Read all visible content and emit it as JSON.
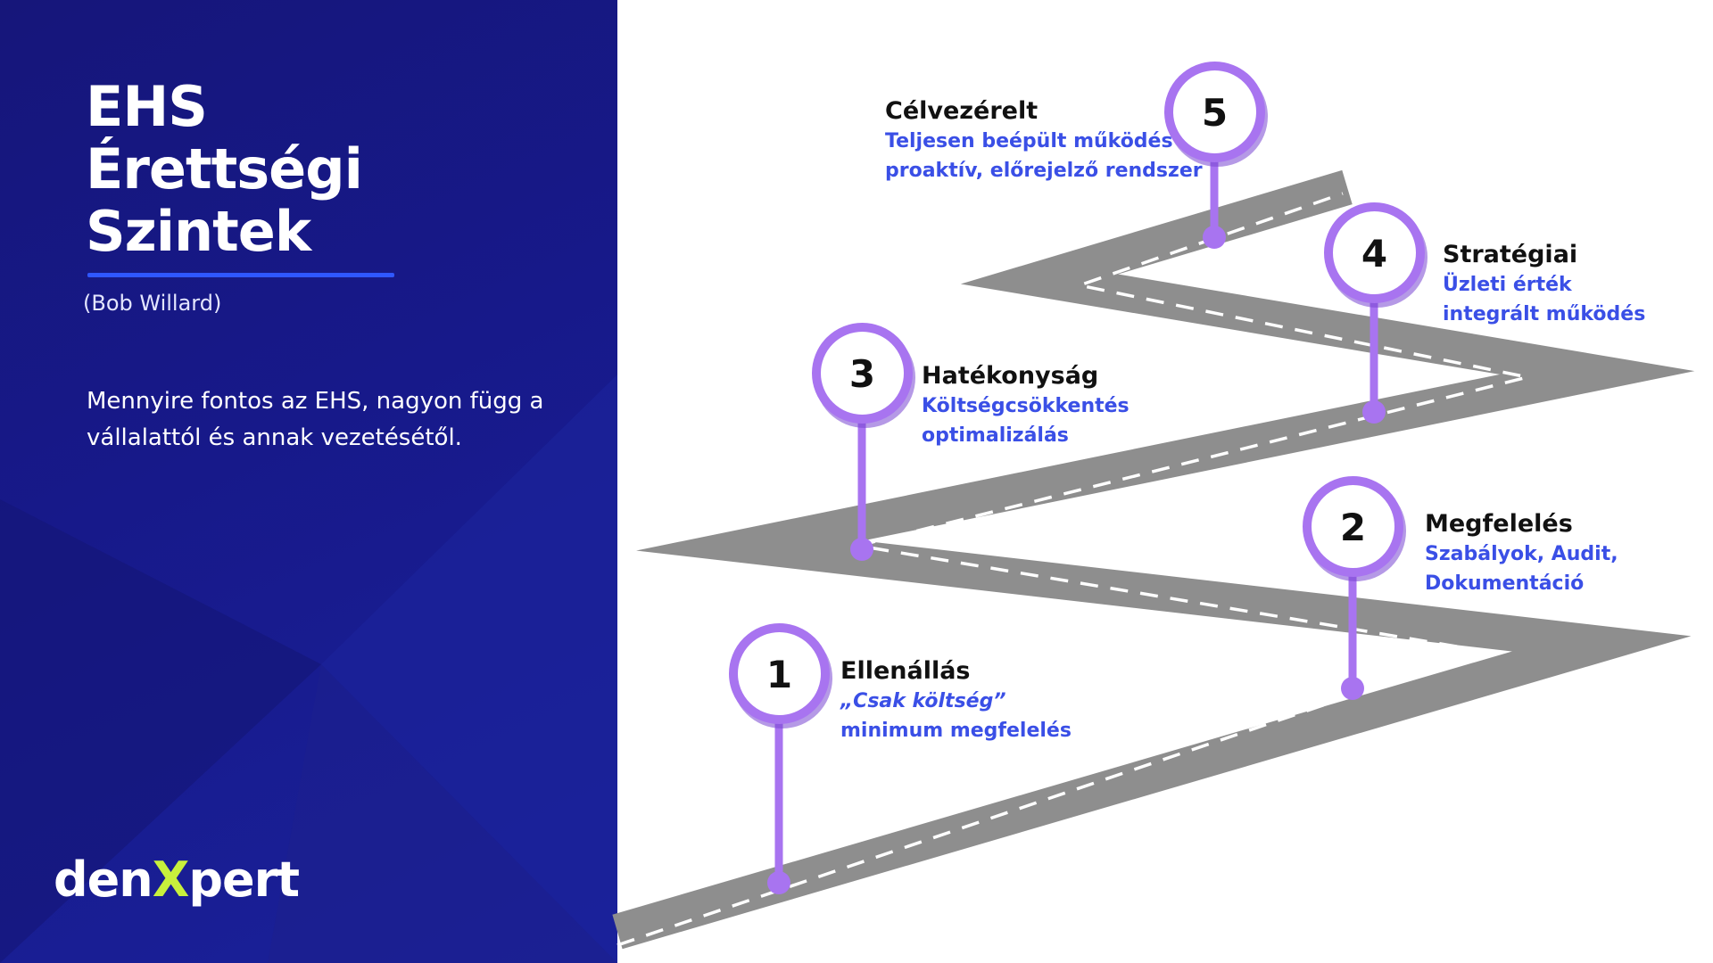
{
  "sidebar": {
    "title_lines": [
      "EHS",
      "Érettségi",
      "Szintek"
    ],
    "author": "(Bob Willard)",
    "description": "Mennyire fontos az EHS, nagyon függ a vállalattól és annak vezetésétől.",
    "logo": {
      "part1": "den",
      "x": "X",
      "part2": "pert"
    }
  },
  "stages": [
    {
      "number": "1",
      "title": "Ellenállás",
      "lines": [
        "„Csak költség”",
        "minimum megfelelés"
      ]
    },
    {
      "number": "2",
      "title": "Megfelelés",
      "lines": [
        "Szabályok, Audit,",
        "Dokumentáció"
      ]
    },
    {
      "number": "3",
      "title": "Hatékonyság",
      "lines": [
        "Költségcsökkentés",
        "optimalizálás"
      ]
    },
    {
      "number": "4",
      "title": "Stratégiai",
      "lines": [
        "Üzleti érték",
        "integrált működés"
      ]
    },
    {
      "number": "5",
      "title": "Célvezérelt",
      "lines": [
        "Teljesen beépült működés",
        "proaktív, előrejelző rendszer"
      ]
    }
  ],
  "colors": {
    "panel": "#17198a",
    "accent_line": "#2f57ff",
    "pin": "#a874f0",
    "road": "#8e8e8e",
    "stage_subtitle": "#3a4fe6",
    "logo_x": "#c8f03c"
  }
}
